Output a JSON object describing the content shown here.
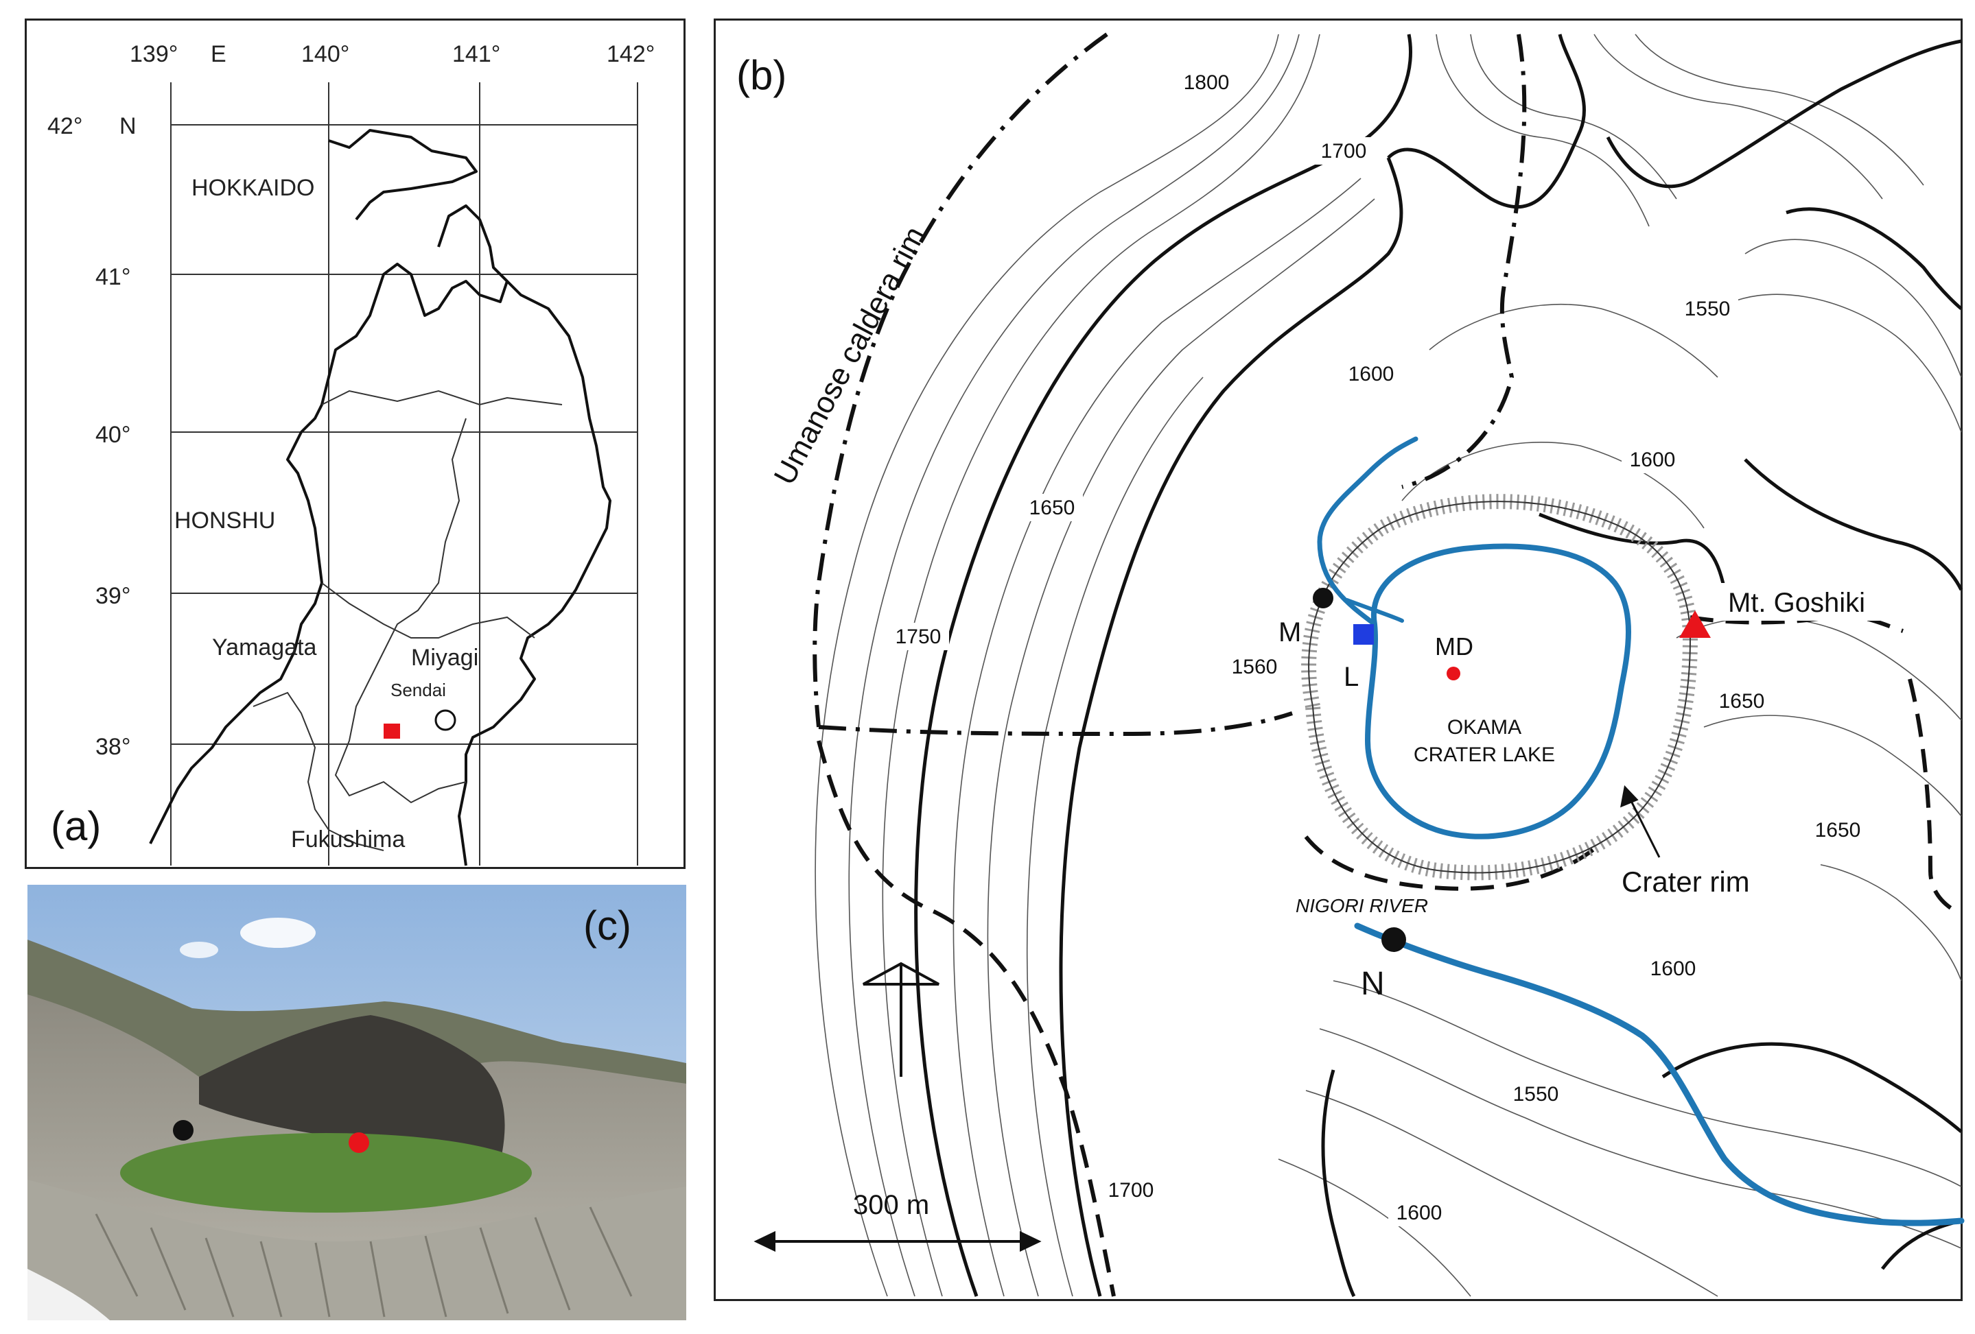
{
  "panel_a": {
    "label": "(a)",
    "longitudes": [
      "139°",
      "E",
      "140°",
      "141°",
      "142°"
    ],
    "latitudes": [
      "42°",
      "N",
      "41°",
      "40°",
      "39°",
      "38°"
    ],
    "regions": [
      "HOKKAIDO",
      "HONSHU"
    ],
    "prefectures": [
      "Yamagata",
      "Miyagi",
      "Fukushima"
    ],
    "city": "Sendai"
  },
  "panel_b": {
    "label": "(b)",
    "caldera_label": "Umanose caldera rim",
    "elevations": [
      "1800",
      "1700",
      "1550",
      "1600",
      "1600",
      "1650",
      "1750",
      "1560",
      "1650",
      "1650",
      "1600",
      "1550",
      "1700",
      "1600"
    ],
    "peak": "Mt. Goshiki",
    "lake_line1": "OKAMA",
    "lake_line2": "CRATER LAKE",
    "crater_rim": "Crater rim",
    "river": "NIGORI RIVER",
    "points": {
      "m": "M",
      "l": "L",
      "md": "MD",
      "n": "N"
    },
    "scale": "300 m"
  },
  "panel_c": {
    "label": "(c)"
  },
  "colors": {
    "water": "#1f77b4",
    "marker_red": "#e8141b",
    "marker_blue": "#1f3de0",
    "lake_photo": "#5a8a3a"
  }
}
